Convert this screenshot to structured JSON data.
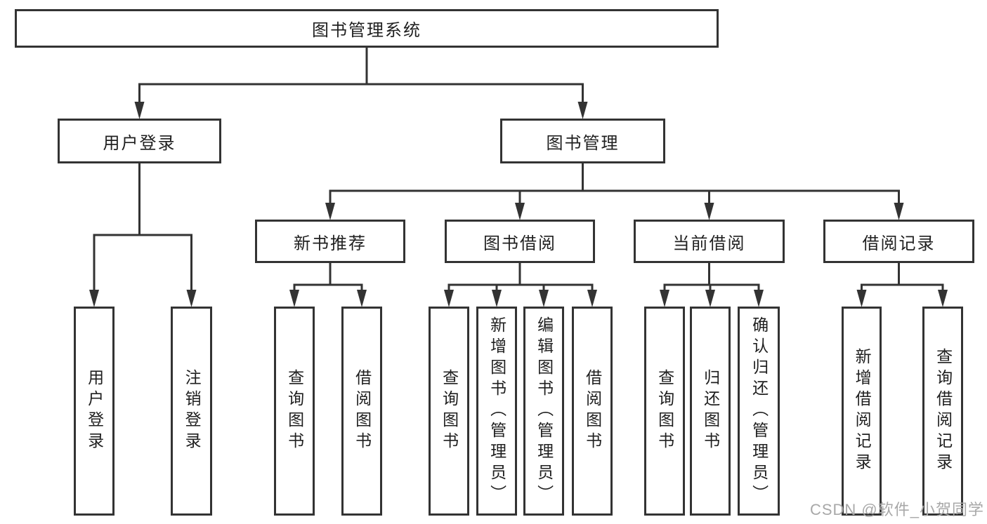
{
  "diagram": {
    "title": "图书管理系统",
    "colors": {
      "line": "#333333",
      "border": "#333333",
      "text": "#1f1f1f",
      "background": "#ffffff",
      "watermark": "#a8a8a8"
    },
    "nodes": [
      {
        "id": "root",
        "label": "图书管理系统",
        "level": 1,
        "parent": null,
        "vertical": false
      },
      {
        "id": "login",
        "label": "用户登录",
        "level": 2,
        "parent": "root",
        "vertical": false
      },
      {
        "id": "mgmt",
        "label": "图书管理",
        "level": 2,
        "parent": "root",
        "vertical": false
      },
      {
        "id": "rec",
        "label": "新书推荐",
        "level": 3,
        "parent": "mgmt",
        "vertical": false
      },
      {
        "id": "borrow",
        "label": "图书借阅",
        "level": 3,
        "parent": "mgmt",
        "vertical": false
      },
      {
        "id": "current",
        "label": "当前借阅",
        "level": 3,
        "parent": "mgmt",
        "vertical": false
      },
      {
        "id": "records",
        "label": "借阅记录",
        "level": 3,
        "parent": "mgmt",
        "vertical": false
      },
      {
        "id": "login-user",
        "label": "用户登录",
        "level": 4,
        "parent": "login",
        "vertical": true
      },
      {
        "id": "login-logout",
        "label": "注销登录",
        "level": 4,
        "parent": "login",
        "vertical": true
      },
      {
        "id": "rec-query",
        "label": "查询图书",
        "level": 4,
        "parent": "rec",
        "vertical": true
      },
      {
        "id": "rec-borrow",
        "label": "借阅图书",
        "level": 4,
        "parent": "rec",
        "vertical": true
      },
      {
        "id": "borrow-query",
        "label": "查询图书",
        "level": 4,
        "parent": "borrow",
        "vertical": true
      },
      {
        "id": "borrow-add",
        "label": "新增图书（管理员）",
        "level": 4,
        "parent": "borrow",
        "vertical": true
      },
      {
        "id": "borrow-edit",
        "label": "编辑图书（管理员）",
        "level": 4,
        "parent": "borrow",
        "vertical": true
      },
      {
        "id": "borrow-lend",
        "label": "借阅图书",
        "level": 4,
        "parent": "borrow",
        "vertical": true
      },
      {
        "id": "current-query",
        "label": "查询图书",
        "level": 4,
        "parent": "current",
        "vertical": true
      },
      {
        "id": "current-return",
        "label": "归还图书",
        "level": 4,
        "parent": "current",
        "vertical": true
      },
      {
        "id": "current-confirm",
        "label": "确认归还（管理员）",
        "level": 4,
        "parent": "current",
        "vertical": true
      },
      {
        "id": "records-add",
        "label": "新增借阅记录",
        "level": 4,
        "parent": "records",
        "vertical": true
      },
      {
        "id": "records-query",
        "label": "查询借阅记录",
        "level": 4,
        "parent": "records",
        "vertical": true
      }
    ]
  },
  "watermark": {
    "text": "CSDN @软件_小贺同学"
  }
}
